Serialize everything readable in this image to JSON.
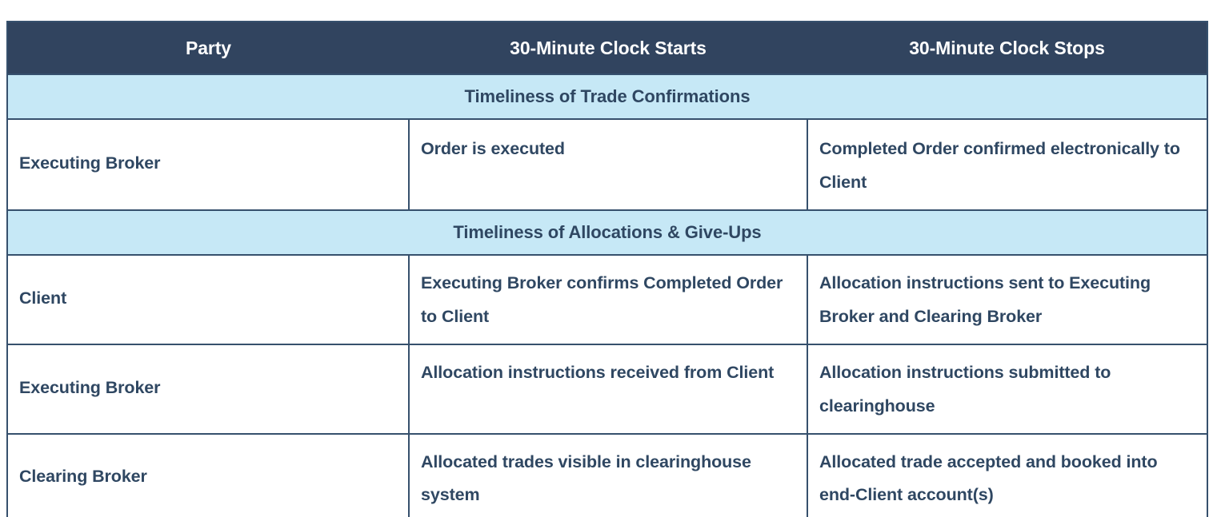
{
  "table": {
    "columns": [
      "Party",
      "30-Minute Clock Starts",
      "30-Minute Clock Stops"
    ],
    "colors": {
      "header_background": "#31445f",
      "header_text": "#ffffff",
      "section_background": "#c6e8f6",
      "body_text": "#2f4762",
      "border": "#36506d",
      "cell_background": "#ffffff"
    },
    "sections": [
      {
        "title": "Timeliness of Trade Confirmations",
        "rows": [
          {
            "party": "Executing Broker",
            "starts": "Order is executed",
            "stops": "Completed Order confirmed electronically to Client"
          }
        ]
      },
      {
        "title": "Timeliness of Allocations & Give-Ups",
        "rows": [
          {
            "party": "Client",
            "starts": "Executing Broker confirms Completed Order to Client",
            "stops": "Allocation instructions sent to Executing Broker and Clearing Broker"
          },
          {
            "party": "Executing Broker",
            "starts": "Allocation instructions received from Client",
            "stops": "Allocation instructions submitted to clearinghouse"
          },
          {
            "party": "Clearing Broker",
            "starts": "Allocated trades visible in clearinghouse system",
            "stops": "Allocated trade accepted and booked into end-Client account(s)"
          }
        ]
      }
    ]
  }
}
